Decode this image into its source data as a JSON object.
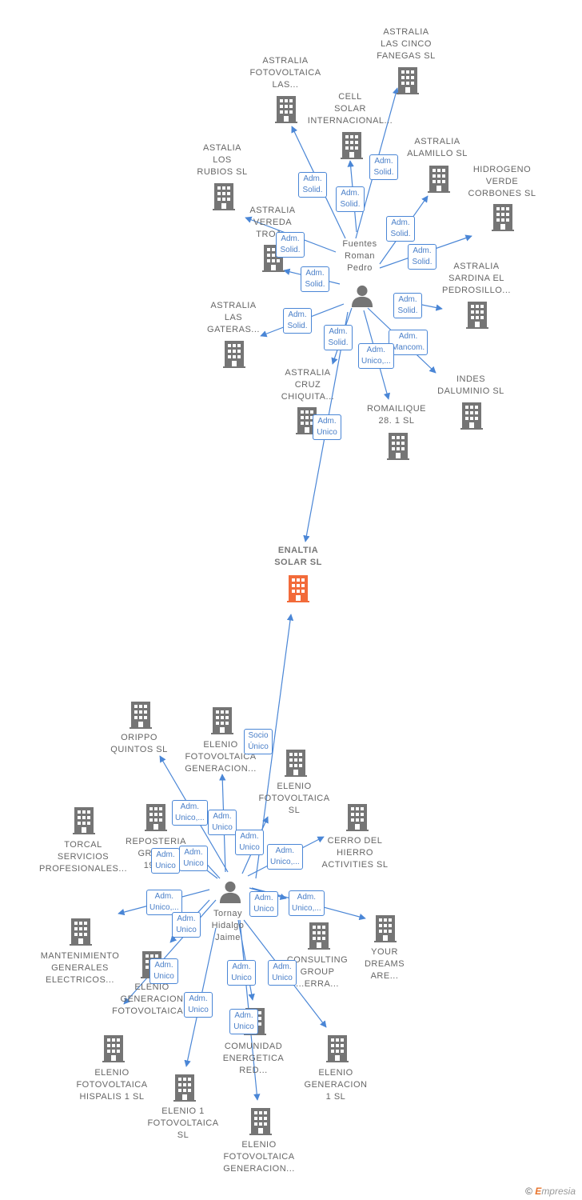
{
  "center": {
    "name": [
      "ENALTIA",
      "SOLAR SL"
    ],
    "color": "#f26b3a"
  },
  "persons": [
    {
      "id": "p1",
      "name": [
        "Fuentes",
        "Roman",
        "Pedro"
      ]
    },
    {
      "id": "p2",
      "name": [
        "Tornay",
        "Hidalgo",
        "Jaime"
      ]
    }
  ],
  "companies": [
    {
      "id": "c1",
      "name": [
        "ASTRALIA",
        "LAS CINCO",
        "FANEGAS SL"
      ]
    },
    {
      "id": "c2",
      "name": [
        "ASTRALIA",
        "FOTOVOLTAICA",
        "LAS..."
      ]
    },
    {
      "id": "c3",
      "name": [
        "CELL",
        "SOLAR",
        "INTERNACIONAL..."
      ]
    },
    {
      "id": "c4",
      "name": [
        "ASTRALIA",
        "ALAMILLO SL"
      ]
    },
    {
      "id": "c5",
      "name": [
        "ASTALIA",
        "LOS",
        "RUBIOS SL"
      ]
    },
    {
      "id": "c6",
      "name": [
        "HIDROGENO",
        "VERDE",
        "CORBONES SL"
      ]
    },
    {
      "id": "c7",
      "name": [
        "ASTRALIA",
        "VEREDA",
        "TROJ..."
      ]
    },
    {
      "id": "c8",
      "name": [
        "ASTRALIA",
        "SARDINA EL",
        "PEDROSILLO..."
      ]
    },
    {
      "id": "c9",
      "name": [
        "ASTRALIA",
        "LAS",
        "GATERAS..."
      ]
    },
    {
      "id": "c10",
      "name": [
        "ASTRALIA",
        "CRUZ",
        "CHIQUITA..."
      ]
    },
    {
      "id": "c11",
      "name": [
        "INDES",
        "DALUMINIO SL"
      ]
    },
    {
      "id": "c12",
      "name": [
        "ROMAILIQUE",
        "28. 1 SL"
      ]
    },
    {
      "id": "c13",
      "name": [
        "ORIPPO",
        "QUINTOS SL"
      ]
    },
    {
      "id": "c14",
      "name": [
        "ELENIO",
        "FOTOVOLTAICA",
        "GENERACION..."
      ]
    },
    {
      "id": "c15",
      "name": [
        "ELENIO",
        "FOTOVOLTAICA",
        "SL"
      ]
    },
    {
      "id": "c16",
      "name": [
        "TORCAL",
        "SERVICIOS",
        "PROFESIONALES..."
      ]
    },
    {
      "id": "c17",
      "name": [
        "REPOSTERIA",
        "GREG...",
        "196..."
      ]
    },
    {
      "id": "c18",
      "name": [
        "CERRO DEL",
        "HIERRO",
        "ACTIVITIES SL"
      ]
    },
    {
      "id": "c19",
      "name": [
        "MANTENIMIENTO",
        "GENERALES",
        "ELECTRICOS..."
      ]
    },
    {
      "id": "c20",
      "name": [
        "CONSULTING",
        "GROUP",
        "...ERRA..."
      ]
    },
    {
      "id": "c21",
      "name": [
        "YOUR",
        "DREAMS",
        "ARE..."
      ]
    },
    {
      "id": "c22",
      "name": [
        "ELENIO",
        "GENERACION",
        "FOTOVOLTAICA..."
      ]
    },
    {
      "id": "c23",
      "name": [
        "COMUNIDAD",
        "ENERGETICA",
        "RED..."
      ]
    },
    {
      "id": "c24",
      "name": [
        "ELENIO",
        "FOTOVOLTAICA",
        "HISPALIS 1 SL"
      ]
    },
    {
      "id": "c25",
      "name": [
        "ELENIO",
        "GENERACION",
        "1 SL"
      ]
    },
    {
      "id": "c26",
      "name": [
        "ELENIO 1",
        "FOTOVOLTAICA",
        "SL"
      ]
    },
    {
      "id": "c27",
      "name": [
        "ELENIO",
        "FOTOVOLTAICA",
        "GENERACION..."
      ]
    }
  ],
  "badges": [
    {
      "id": "b1",
      "text": [
        "Adm.",
        "Solid."
      ]
    },
    {
      "id": "b2",
      "text": [
        "Adm.",
        "Solid."
      ]
    },
    {
      "id": "b3",
      "text": [
        "Adm.",
        "Solid."
      ]
    },
    {
      "id": "b4",
      "text": [
        "Adm.",
        "Solid."
      ]
    },
    {
      "id": "b5",
      "text": [
        "Adm.",
        "Solid."
      ]
    },
    {
      "id": "b6",
      "text": [
        "Adm.",
        "Solid."
      ]
    },
    {
      "id": "b7",
      "text": [
        "Adm.",
        "Solid."
      ]
    },
    {
      "id": "b8",
      "text": [
        "Adm.",
        "Solid."
      ]
    },
    {
      "id": "b9",
      "text": [
        "Adm.",
        "Solid."
      ]
    },
    {
      "id": "b10",
      "text": [
        "Adm.",
        "Solid."
      ]
    },
    {
      "id": "b11",
      "text": [
        "Adm.",
        "Mancom."
      ]
    },
    {
      "id": "b12",
      "text": [
        "Adm.",
        "Solid."
      ]
    },
    {
      "id": "b13",
      "text": [
        "Adm.",
        "Unico,..."
      ]
    },
    {
      "id": "b14",
      "text": [
        "Adm.",
        "Unico"
      ]
    },
    {
      "id": "b15",
      "text": [
        "Socio",
        "Único"
      ]
    },
    {
      "id": "b16",
      "text": [
        "Adm.",
        "Unico,..."
      ]
    },
    {
      "id": "b17",
      "text": [
        "Adm.",
        "Unico"
      ]
    },
    {
      "id": "b18",
      "text": [
        "Adm.",
        "Unico"
      ]
    },
    {
      "id": "b19",
      "text": [
        "Adm.",
        "Unico,..."
      ]
    },
    {
      "id": "b20",
      "text": [
        "Adm.",
        "Unico"
      ]
    },
    {
      "id": "b21",
      "text": [
        "Adm.",
        "Unico"
      ]
    },
    {
      "id": "b22",
      "text": [
        "Adm.",
        "Unico,..."
      ]
    },
    {
      "id": "b23",
      "text": [
        "Adm.",
        "Unico"
      ]
    },
    {
      "id": "b24",
      "text": [
        "Adm.",
        "Unico,..."
      ]
    },
    {
      "id": "b25",
      "text": [
        "Adm.",
        "Unico"
      ]
    },
    {
      "id": "b26",
      "text": [
        "Adm.",
        "Unico"
      ]
    },
    {
      "id": "b27",
      "text": [
        "Adm.",
        "Unico"
      ]
    },
    {
      "id": "b28",
      "text": [
        "Adm.",
        "Unico"
      ]
    },
    {
      "id": "b29",
      "text": [
        "Adm.",
        "Unico"
      ]
    },
    {
      "id": "b30",
      "text": [
        "Adm.",
        "Unico"
      ]
    }
  ],
  "colors": {
    "edge": "#4a86d6",
    "building": "#757575",
    "person": "#757575"
  },
  "footer": {
    "symbol": "©",
    "brand_initial": "E",
    "brand_rest": "mpresia"
  }
}
